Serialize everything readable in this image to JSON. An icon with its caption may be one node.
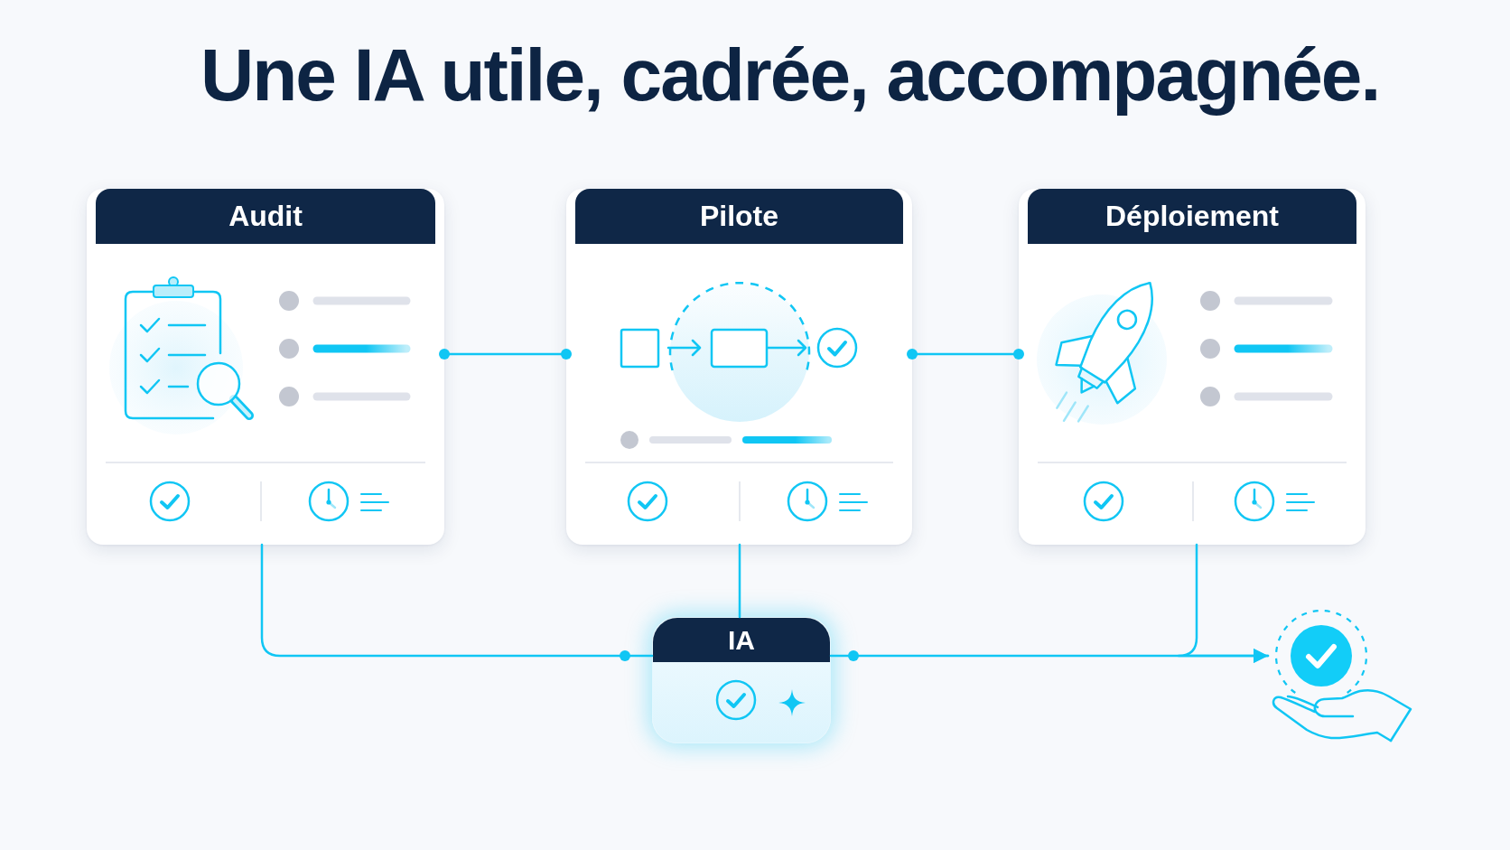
{
  "diagram": {
    "title": "Une IA utile, cadrée, accompagnée.",
    "nodes": [
      {
        "text": [
          "Audit"
        ]
      },
      {
        "text": [
          "Pilote"
        ]
      },
      {
        "text": [
          "Déploiement"
        ]
      },
      {
        "text": [
          "IA"
        ]
      },
      {
        "text": [],
        "shape": "picture"
      }
    ],
    "edges": [
      {
        "from": 0,
        "to": 1,
        "arrow": "other"
      },
      {
        "from": 1,
        "to": 2,
        "arrow": "other"
      },
      {
        "from": 0,
        "to": 3,
        "arrow": "other"
      },
      {
        "from": 1,
        "to": 3,
        "arrow": "none"
      },
      {
        "from": 3,
        "to": 4,
        "arrow": "to"
      },
      {
        "from": 2,
        "to": 4,
        "arrow": "to"
      }
    ]
  }
}
